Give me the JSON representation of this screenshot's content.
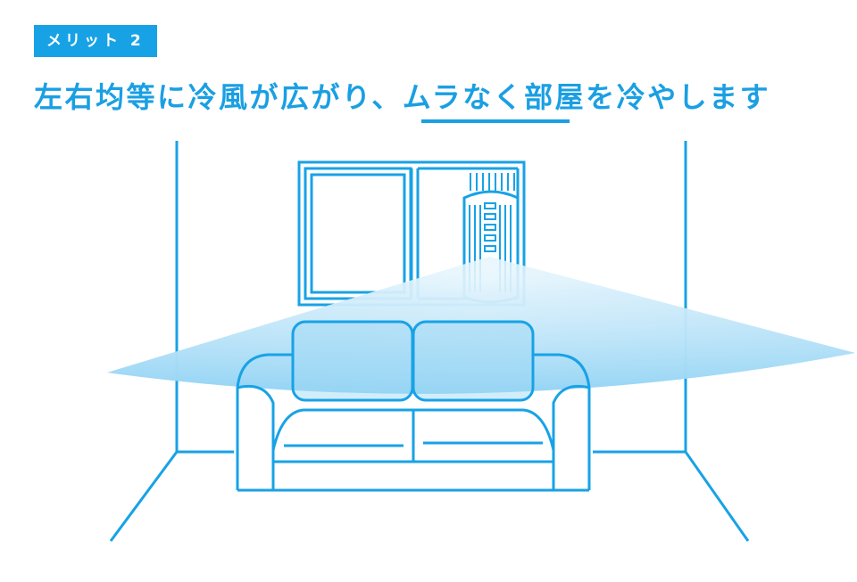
{
  "badge": {
    "label": "メリット 2"
  },
  "headline": {
    "before": "左右均等に冷風が広がり、",
    "emphasis": "ムラなく",
    "after": "部屋を冷やします"
  },
  "colors": {
    "accent": "#1a9fe3",
    "line": "#18a2e6",
    "airflow": "#a9dcf6"
  },
  "illustration": {
    "icons": [
      "room-walls",
      "window",
      "window-air-conditioner",
      "airflow-fan",
      "sofa"
    ]
  }
}
